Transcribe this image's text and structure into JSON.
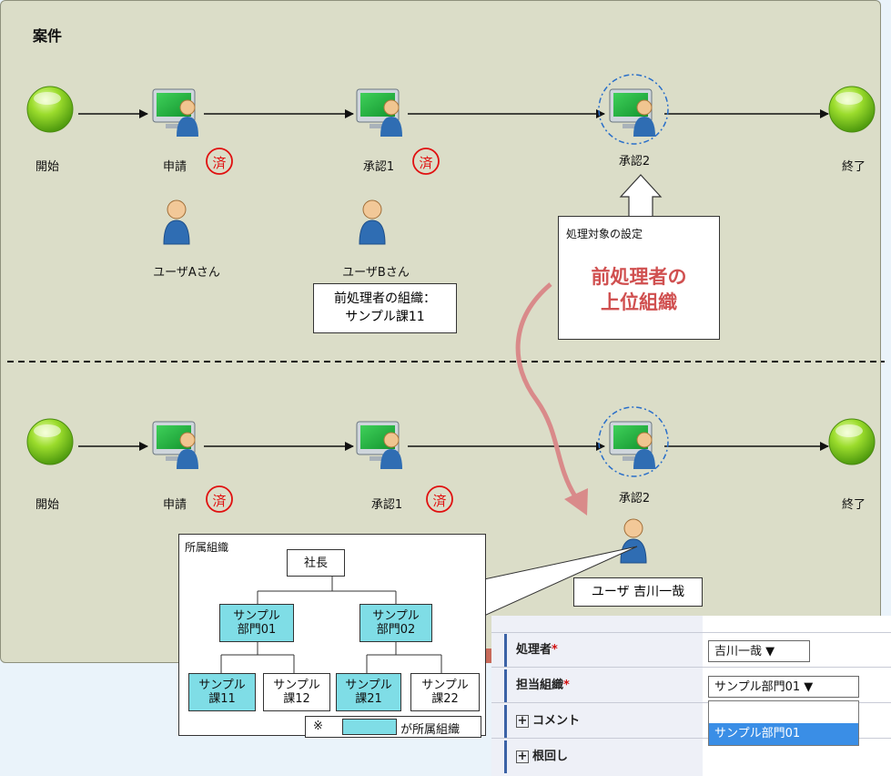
{
  "panel": {
    "title": "案件"
  },
  "top_flow": {
    "nodes": [
      "開始",
      "申請",
      "承認1",
      "承認2",
      "終了"
    ],
    "done_mark": "済",
    "users": [
      "ユーザAさん",
      "ユーザBさん"
    ],
    "note": "前処理者の組織：\nサンプル課11",
    "callout": {
      "heading": "処理対象の設定",
      "highlight": "前処理者の\n上位組織"
    }
  },
  "bottom_flow": {
    "nodes": [
      "開始",
      "申請",
      "承認1",
      "承認2",
      "終了"
    ],
    "done_mark": "済",
    "user_label": "ユーザ 吉川一哉"
  },
  "org_chart": {
    "title": "所属組織",
    "root": "社長",
    "level2": [
      "サンプル\n部門01",
      "サンプル\n部門02"
    ],
    "level3": [
      "サンプル\n課11",
      "サンプル\n課12",
      "サンプル\n課21",
      "サンプル\n課22"
    ],
    "legend_prefix": "※",
    "legend_suffix": "が所属組織"
  },
  "form": {
    "fields": [
      {
        "label": "処理者",
        "required_mark": "*",
        "value": "吉川一哉 ▼"
      },
      {
        "label": "担当組織",
        "required_mark": "*",
        "value": "サンプル部門01 ▼"
      }
    ],
    "dropdown_options": [
      "",
      "サンプル部門01"
    ],
    "sections": [
      {
        "label": "コメント",
        "expander": "+"
      },
      {
        "label": "根回し",
        "expander": "+"
      }
    ]
  },
  "colors": {
    "panel": "#dbddc8",
    "highlight_org": "#7fdde6",
    "callout_text": "#d05050",
    "done_mark": "#e01010",
    "arrow_pink": "#d98a8a",
    "selected_option": "#3a8ee6"
  }
}
